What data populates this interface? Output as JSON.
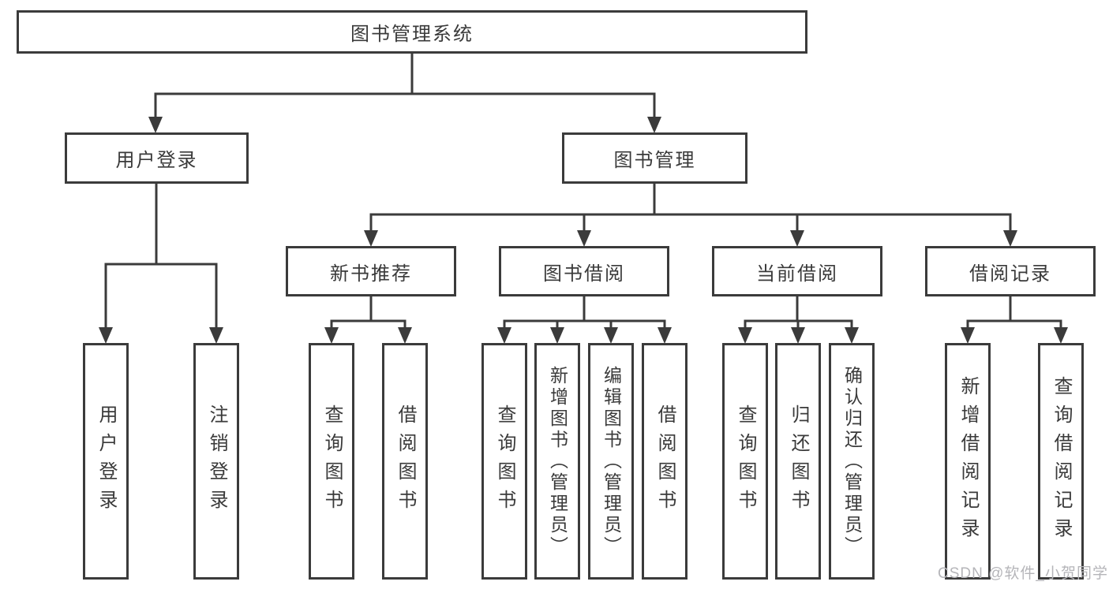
{
  "diagram": {
    "root": {
      "label": "图书管理系统"
    },
    "branches": [
      {
        "label": "用户登录",
        "children": [
          {
            "label": "用户登录"
          },
          {
            "label": "注销登录"
          }
        ]
      },
      {
        "label": "图书管理",
        "children": [
          {
            "label": "新书推荐",
            "children": [
              {
                "label": "查询图书"
              },
              {
                "label": "借阅图书"
              }
            ]
          },
          {
            "label": "图书借阅",
            "children": [
              {
                "label": "查询图书"
              },
              {
                "label": "新增图书（管理员）"
              },
              {
                "label": "编辑图书（管理员）"
              },
              {
                "label": "借阅图书"
              }
            ]
          },
          {
            "label": "当前借阅",
            "children": [
              {
                "label": "查询图书"
              },
              {
                "label": "归还图书"
              },
              {
                "label": "确认归还（管理员）"
              }
            ]
          },
          {
            "label": "借阅记录",
            "children": [
              {
                "label": "新增借阅记录"
              },
              {
                "label": "查询借阅记录"
              }
            ]
          }
        ]
      }
    ],
    "watermark": "CSDN @软件_小贺同学",
    "colors": {
      "line": "#3b3b3b",
      "text": "#3a3a3a",
      "watermark": "#b5b5b9",
      "background": "#ffffff"
    }
  }
}
